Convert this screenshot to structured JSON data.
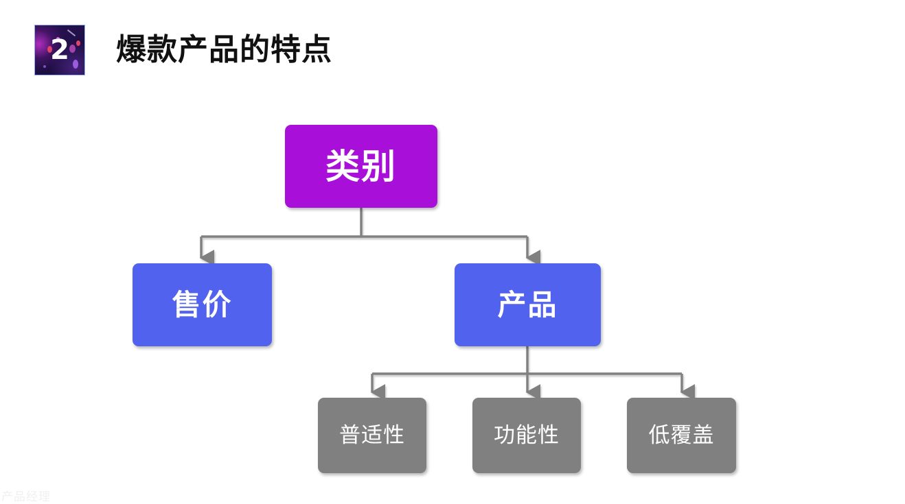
{
  "header": {
    "badge_number": "2",
    "badge_icon": "galaxy-badge-icon",
    "title": "爆款产品的特点"
  },
  "diagram": {
    "type": "org-chart",
    "nodes": {
      "root": {
        "id": "category",
        "label": "类别",
        "color": "#a80fd8",
        "level": 1
      },
      "mid": [
        {
          "id": "price",
          "label": "售价",
          "color": "#5062ee",
          "level": 2
        },
        {
          "id": "product",
          "label": "产品",
          "color": "#5062ee",
          "level": 2
        }
      ],
      "leaves": [
        {
          "id": "universality",
          "label": "普适性",
          "color": "#808080",
          "level": 3
        },
        {
          "id": "functional",
          "label": "功能性",
          "color": "#808080",
          "level": 3
        },
        {
          "id": "lowcover",
          "label": "低覆盖",
          "color": "#808080",
          "level": 3
        }
      ]
    },
    "edges": [
      {
        "from": "category",
        "to": "price"
      },
      {
        "from": "category",
        "to": "product"
      },
      {
        "from": "product",
        "to": "universality"
      },
      {
        "from": "product",
        "to": "functional"
      },
      {
        "from": "product",
        "to": "lowcover"
      }
    ],
    "connector_color": "#808080"
  },
  "footer": {
    "note": "产品经理"
  }
}
